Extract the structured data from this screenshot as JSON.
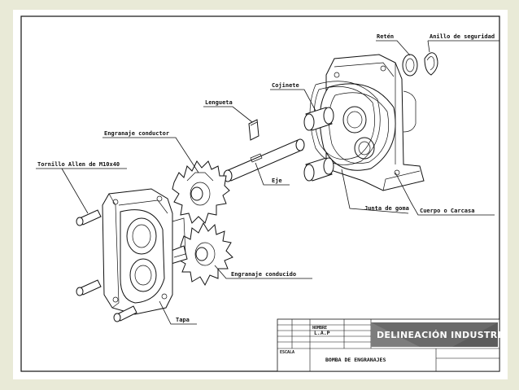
{
  "labels": {
    "reten": "Retén",
    "anillo": "Anillo de seguridad",
    "cojinete": "Cojinete",
    "lengueta": "Lengueta",
    "engranaje_conductor": "Engranaje conductor",
    "tornillo": "Tornillo Allen de M10x40",
    "eje": "Eje",
    "junta": "Junta de goma",
    "cuerpo": "Cuerpo o Carcasa",
    "engranaje_conducido": "Engranaje conducido",
    "tapa": "Tapa"
  },
  "title_block": {
    "nombre_label": "NOMBRE",
    "nombre_value": "L.A.P",
    "escala_label": "ESCALA",
    "drawing_title": "BOMBA DE ENGRANAJES",
    "logo_text": "DELINEACIÓN INDUSTRIAL"
  },
  "colors": {
    "background": "#e9ead7",
    "sheet": "#ffffff",
    "logo_bg": "#6a6a6a",
    "ink": "#111111"
  }
}
